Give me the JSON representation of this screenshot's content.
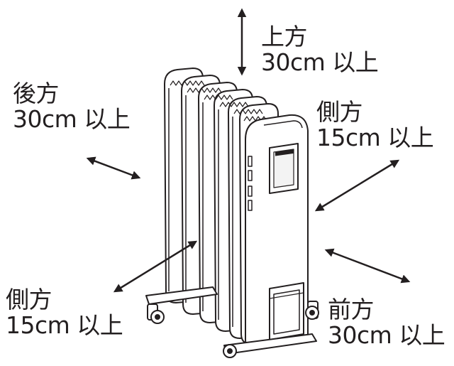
{
  "labels": {
    "top": {
      "direction": "上方",
      "distance": "30cm 以上"
    },
    "back": {
      "direction": "後方",
      "distance": "30cm 以上"
    },
    "right_side": {
      "direction": "側方",
      "distance": "15cm 以上"
    },
    "left_side": {
      "direction": "側方",
      "distance": "15cm 以上"
    },
    "front": {
      "direction": "前方",
      "distance": "30cm 以上"
    }
  },
  "colors": {
    "ink": "#231f20",
    "background": "#ffffff"
  }
}
